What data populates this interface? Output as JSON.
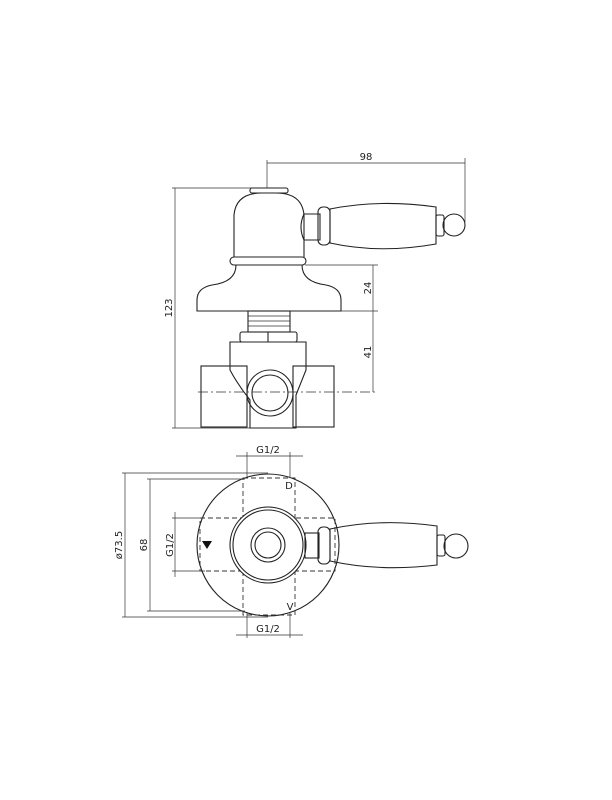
{
  "side_view": {
    "dims": {
      "handle_reach": "98",
      "overall_height": "123",
      "escutcheon_height": "24",
      "body_depth": "41"
    }
  },
  "front_view": {
    "dims": {
      "diameter": "ø73.5",
      "inner_height": "68",
      "left_port": "G1/2",
      "top_port": "G1/2",
      "bottom_port": "G1/2"
    },
    "labels": {
      "top": "D",
      "bottom": "V"
    }
  }
}
